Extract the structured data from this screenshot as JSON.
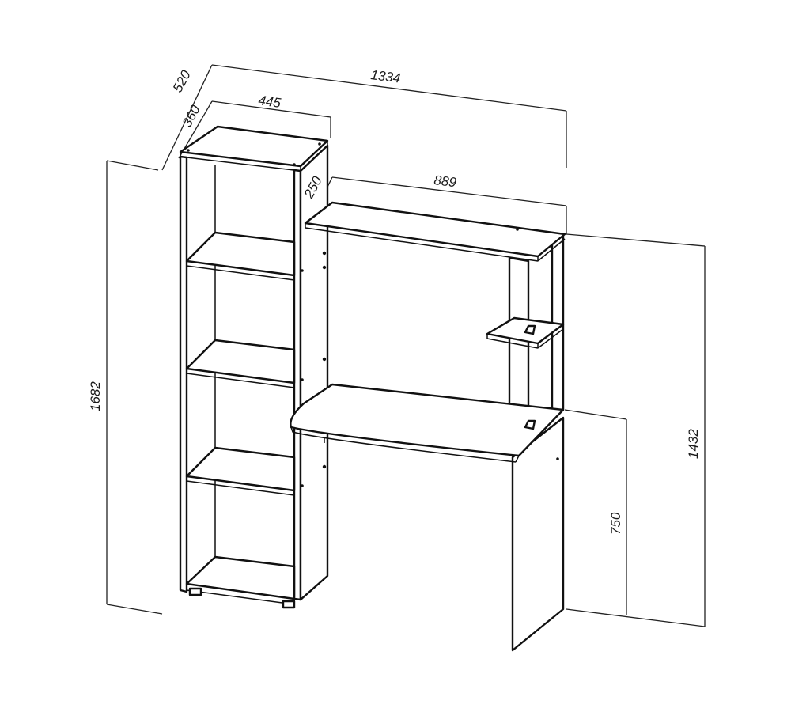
{
  "dimensions": {
    "depth_total": "520",
    "depth_rack": "360",
    "rack_width": "445",
    "overall_width": "1334",
    "shelf_depth": "250",
    "desk_width": "889",
    "overall_height": "1682",
    "superstructure_height": "1432",
    "desk_height": "750"
  }
}
